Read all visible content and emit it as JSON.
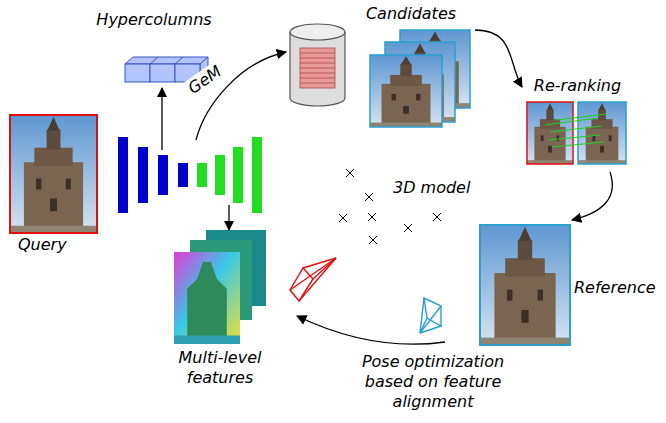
{
  "diagram": {
    "nodes": [
      {
        "text": [
          "Hypercolumns"
        ]
      },
      {
        "text": [
          "Query"
        ]
      },
      {
        "text": [
          "Candidates"
        ]
      },
      {
        "text": [
          "Re-ranking"
        ]
      },
      {
        "text": [
          "Reference"
        ]
      },
      {
        "text": [
          "Multi-level features"
        ]
      }
    ],
    "edges": [
      {
        "from": 2,
        "to": 3,
        "arrow": "to"
      },
      {
        "from": 3,
        "to": 4,
        "arrow": "to"
      }
    ],
    "labels": [
      "GeM",
      "3D model",
      "Pose optimization based on feature alignment"
    ]
  }
}
